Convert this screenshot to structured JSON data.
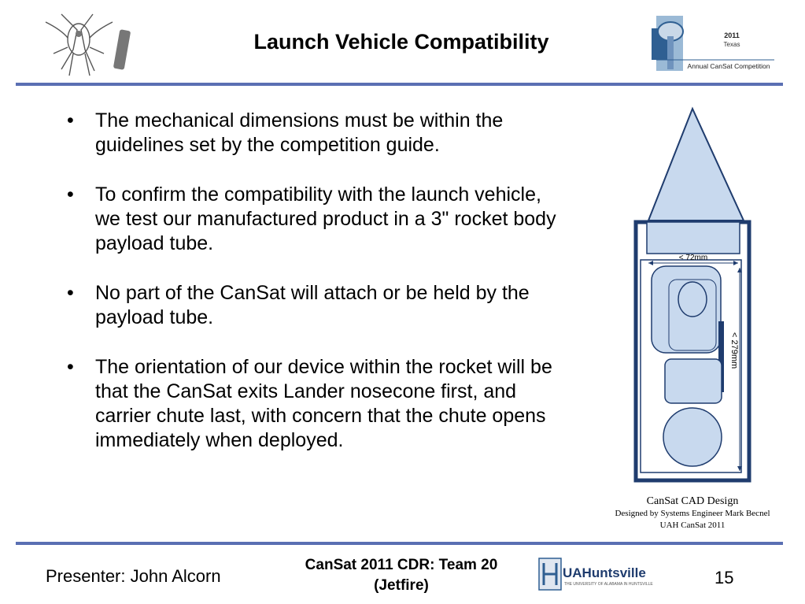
{
  "slide": {
    "title": "Launch Vehicle Compatibility",
    "bullets": [
      "The mechanical dimensions must be within the guidelines set by the competition guide.",
      "To confirm the compatibility with the launch vehicle, we test our manufactured product in a 3\" rocket body payload tube.",
      "No part of the CanSat will attach or be held by the payload tube.",
      "The orientation of our device within the rocket will be that the CanSat exits Lander nosecone first, and carrier chute last, with concern that the chute opens immediately when deployed."
    ]
  },
  "diagram": {
    "width_label": "< 72mm",
    "height_label": "< 279mm",
    "caption_title": "CanSat CAD Design",
    "caption_line1": "Designed by Systems Engineer Mark Becnel",
    "caption_line2": "UAH CanSat 2011"
  },
  "logos": {
    "left": "team-logo-icon",
    "right_year": "2011",
    "right_place": "Texas",
    "right_name": "Annual CanSat Competition",
    "footer": "UAHuntsville",
    "footer_sub": "THE UNIVERSITY OF ALABAMA IN HUNTSVILLE"
  },
  "footer": {
    "presenter": "Presenter: John Alcorn",
    "center_line1": "CanSat 2011 CDR:  Team 20",
    "center_line2": "(Jetfire)",
    "page_number": "15"
  },
  "colors": {
    "rule": "#5a6fb3",
    "part_fill": "#c8d9ee",
    "outline": "#1f3c6e"
  }
}
